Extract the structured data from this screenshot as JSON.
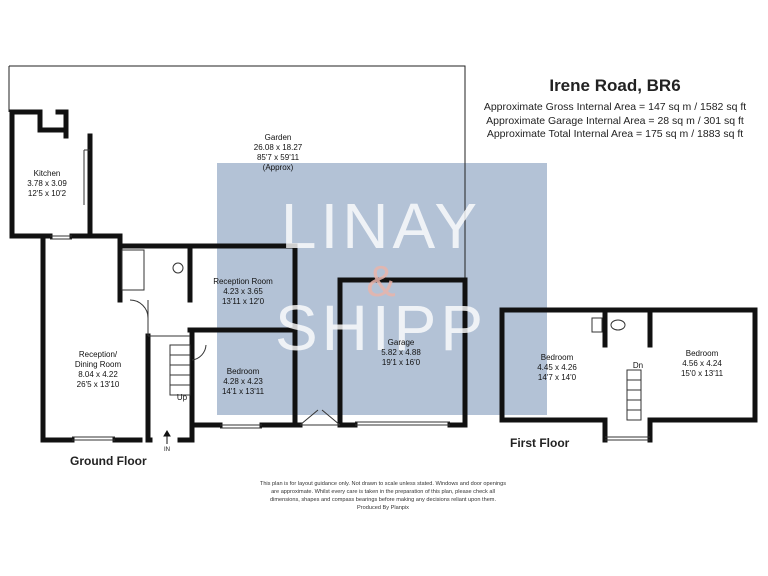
{
  "header": {
    "title": "Irene Road, BR6",
    "areas": [
      "Approximate Gross Internal Area = 147 sq m / 1582 sq ft",
      "Approximate Garage Internal Area = 28 sq m / 301 sq ft",
      "Approximate Total Internal Area = 175 sq m / 1883 sq ft"
    ]
  },
  "watermark": {
    "line1": "LINAY",
    "line2": "&",
    "line3": "SHIPP"
  },
  "colors": {
    "wall": "#111111",
    "watermark_bg": "#b3c2d6",
    "watermark_text": "#ffffff",
    "watermark_amp": "#e8b4ab"
  },
  "rooms": {
    "garden": [
      "Garden",
      "26.08 x 18.27",
      "85'7 x 59'11",
      "(Approx)"
    ],
    "kitchen": [
      "Kitchen",
      "3.78 x 3.09",
      "12'5 x 10'2"
    ],
    "reception_room": [
      "Reception Room",
      "4.23 x 3.65",
      "13'11 x 12'0"
    ],
    "garage": [
      "Garage",
      "5.82 x 4.88",
      "19'1 x 16'0"
    ],
    "dining": [
      "Reception/",
      "Dining Room",
      "8.04 x 4.22",
      "26'5 x 13'10"
    ],
    "bedroom_ground": [
      "Bedroom",
      "4.28 x 4.23",
      "14'1 x 13'11"
    ],
    "bedroom_first_left": [
      "Bedroom",
      "4.45 x 4.26",
      "14'7 x 14'0"
    ],
    "bedroom_first_right": [
      "Bedroom",
      "4.56 x 4.24",
      "15'0 x 13'11"
    ]
  },
  "markers": {
    "up": "Up",
    "down": "Dn",
    "in": "IN"
  },
  "floors": {
    "ground": "Ground Floor",
    "first": "First Floor"
  },
  "disclaimer": [
    "This plan is for layout guidance only. Not drawn to scale unless stated. Windows and door openings",
    "are approximate. Whilst every care is taken in the preparation of this plan, please check all",
    "dimensions, shapes and compass bearings before making any decisions reliant upon them.",
    "Produced By Planpix"
  ]
}
